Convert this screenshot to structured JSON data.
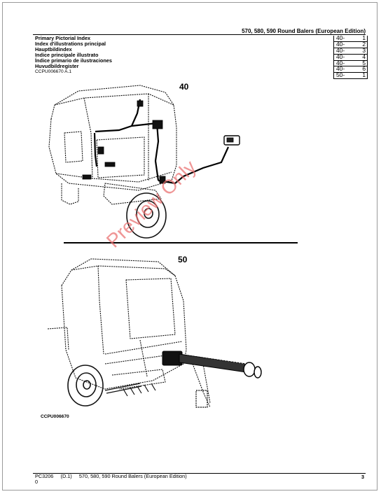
{
  "header": {
    "title": "570, 580, 590 Round Balers (European Edition)"
  },
  "index_titles": [
    "Primary Pictorial Index",
    "Index d'illustrations principal",
    "Hauptbildindex",
    "Indice principale illustrato",
    "Índice primario de ilustraciones",
    "Huvudbildregister"
  ],
  "ref_code": "CCPU006670 A.1",
  "index_entries": [
    {
      "section": "40-",
      "page": "1"
    },
    {
      "section": "40-",
      "page": "2"
    },
    {
      "section": "40-",
      "page": "3"
    },
    {
      "section": "40-",
      "page": "4"
    },
    {
      "section": "40-",
      "page": "5"
    },
    {
      "section": "40-",
      "page": "6"
    },
    {
      "section": "50-",
      "page": "1"
    }
  ],
  "figures": [
    {
      "label": "40"
    },
    {
      "label": "50"
    }
  ],
  "figure_code": "CCPU006670",
  "watermark": "Preview Only",
  "footer": {
    "doc_id": "PC3206",
    "revision": "(D.1)",
    "title": "570, 580, 590 Round Balers (European Edition)",
    "sub": "0",
    "page_number": "3"
  }
}
